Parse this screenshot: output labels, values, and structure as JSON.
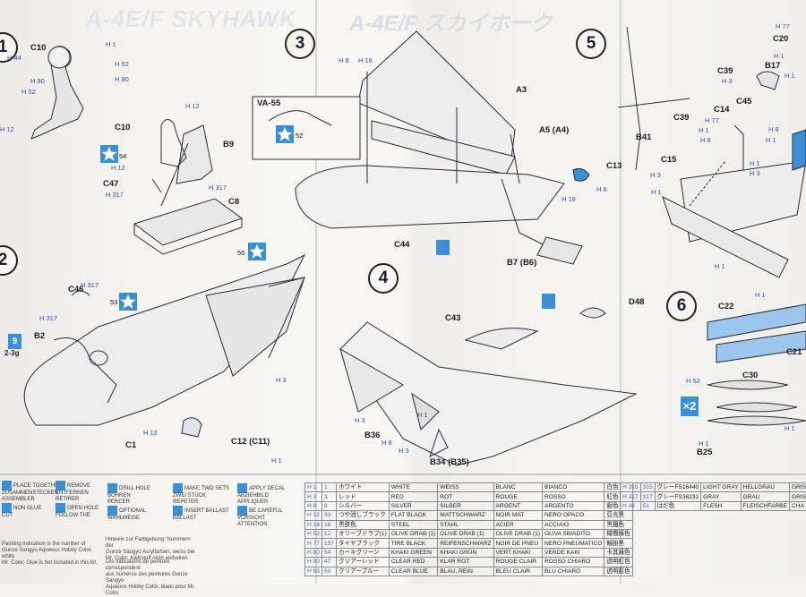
{
  "header": {
    "title": "A-4E/F SKYHAWK",
    "title_jp": "A-4E/F スカイホーク"
  },
  "steps": {
    "s1": "1",
    "s2": "2",
    "s3": "3",
    "s4": "4",
    "s5": "5",
    "s6": "6"
  },
  "parts": {
    "c10a": "C10",
    "c10b": "C10",
    "b9": "B9",
    "c47": "C47",
    "c8": "C8",
    "c46": "C46",
    "b2": "B2",
    "c1": "C1",
    "c12": "C12 (C11)",
    "a3": "A3",
    "a5": "A5 (A4)",
    "c13": "C13",
    "c44": "C44",
    "b7": "B7 (B6)",
    "c43": "C43",
    "d48": "D48",
    "b36": "B36",
    "b34": "B34 (B35)",
    "c20": "C20",
    "b17": "B17",
    "c39a": "C39",
    "c39b": "C39",
    "b41": "B41",
    "c45": "C45",
    "c14": "C14",
    "c15": "C15",
    "c22": "C22",
    "c21": "C21",
    "c30": "C30",
    "b25": "B25",
    "va55": "VA-55",
    "glue_grams": "2-3g",
    "x2": "×2",
    "paint9": "9"
  },
  "codes": {
    "h1": "H 1",
    "h44": "H 44",
    "h52": "H 52",
    "h80": "H 80",
    "h8": "H 8",
    "h12": "H 12",
    "h317": "H 317",
    "h3": "H 3",
    "h18": "H 18",
    "h77": "H 77"
  },
  "decals": {
    "d54": "54",
    "d55": "55",
    "d52": "52",
    "d53": "53"
  },
  "color_table": {
    "rows": [
      {
        "code": "H 1",
        "code2": "1",
        "jp": "ホワイト",
        "en": "WHITE",
        "de": "WEISS",
        "fr": "BLANC",
        "it": "BIANCO",
        "cn": "白色"
      },
      {
        "code": "H 3",
        "code2": "3",
        "jp": "レッド",
        "en": "RED",
        "de": "ROT",
        "fr": "ROUGE",
        "it": "ROSSO",
        "cn": "紅色"
      },
      {
        "code": "H 8",
        "code2": "8",
        "jp": "シルバー",
        "en": "SILVER",
        "de": "SILBER",
        "fr": "ARGENT",
        "it": "ARGENTO",
        "cn": "銀色"
      },
      {
        "code": "H 12",
        "code2": "33",
        "jp": "つや消しブラック",
        "en": "FLAT BLACK",
        "de": "MATTSCHWARZ",
        "fr": "NOIR MAT",
        "it": "NERO OPACO",
        "cn": "亞光黑"
      },
      {
        "code": "H 18",
        "code2": "18",
        "jp": "黒鉄色",
        "en": "STEEL",
        "de": "STAHL",
        "fr": "ACIER",
        "it": "ACCIAIO",
        "cn": "黑鐵色"
      },
      {
        "code": "H 52",
        "code2": "12",
        "jp": "オリーブドラブ(1)",
        "en": "OLIVE DRAB (1)",
        "de": "OLIVE DRAB (1)",
        "fr": "OLIVE DRAB (1)",
        "it": "OLIVA SBIADITO",
        "cn": "橄欖綠色"
      },
      {
        "code": "H 77",
        "code2": "137",
        "jp": "タイヤブラック",
        "en": "TIRE BLACK",
        "de": "REIFENSCHWARZ",
        "fr": "NOIR DE PNEU",
        "it": "NERO PNEUMATICO",
        "cn": "輪胎黑"
      },
      {
        "code": "H 80",
        "code2": "54",
        "jp": "カーキグリーン",
        "en": "KHAKI GREEN",
        "de": "KHAKI GRÜN",
        "fr": "VERT KHAKI",
        "it": "VERDE KAKI",
        "cn": "卡其綠色"
      },
      {
        "code": "H 90",
        "code2": "47",
        "jp": "クリアーレッド",
        "en": "CLEAR RED",
        "de": "KLAR ROT",
        "fr": "ROUGE CLAIR",
        "it": "ROSSO CHIARO",
        "cn": "透明紅色"
      },
      {
        "code": "H 93",
        "code2": "50",
        "jp": "クリアーブルー",
        "en": "CLEAR BLUE",
        "de": "BLAU, REIN",
        "fr": "BLEU CLAIR",
        "it": "BLU CHIARO",
        "cn": "透明藍色"
      }
    ],
    "rows2": [
      {
        "code": "H 315",
        "code2": "315",
        "jp": "グレーFS16440",
        "en": "LIGHT GRAY",
        "de": "HELLGRAU",
        "it": "GRIS"
      },
      {
        "code": "H 317",
        "code2": "317",
        "jp": "グレーFS36231",
        "en": "GRAY",
        "de": "GRAU",
        "it": "GRIS"
      },
      {
        "code": "H 44",
        "code2": "51",
        "jp": "はだ色",
        "en": "FLESH",
        "de": "FLEISCHFARBE",
        "it": "CHA"
      }
    ]
  },
  "legend": {
    "l1": "PLACE TOGETHER",
    "l2": "ZUSAMMENSTECKEN",
    "l3": "ASSEMBLER",
    "l4": "NON GLUE",
    "l5": "REMOVE",
    "l6": "ENTFERNEN",
    "l7": "RETIRER",
    "l8": "DRILL HOLE",
    "l9": "BOHREN",
    "l10": "PERCER",
    "l11": "APPLY DECAL",
    "l12": "ABZIEHBILD",
    "l13": "APPLIQUER",
    "l14": "MAKE TWO SETS",
    "l15": "ZWEI STÜCK",
    "l16": "REPETER",
    "l17": "OPTIONAL",
    "l18": "WAHLWEISE",
    "l19": "INSERT BALLAST",
    "l20": "BALLAST",
    "l21": "BE CAREFUL",
    "l22": "VORSICHT",
    "l23": "ATTENTION",
    "l24": "CUT",
    "l25": "OPEN HOLE",
    "l26": "FOLLOW THE"
  },
  "notes": {
    "n1": "Painting indication is the number of",
    "n2": "Gunze Sangyo Aqueous Hobby Color, white",
    "n3": "Mr. Color. Glue is not included in this kit.",
    "n4": "Hinweis zur Farbgebung: Nummern der",
    "n5": "Gunze Sangyo Acrylfarben, weiss bei",
    "n6": "Mr. Color. Klebstoff nicht enthalten.",
    "n7": "Les indications de peinture correspondent",
    "n8": "aux numéros des peintures Gunze Sangyo",
    "n9": "Aqueous Hobby Color, blanc pour Mr. Color."
  }
}
